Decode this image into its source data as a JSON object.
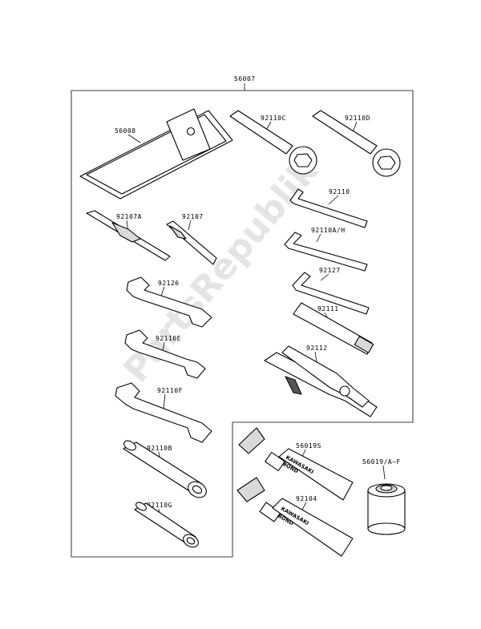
{
  "watermark": "PartsRepublik",
  "labels": {
    "kit": "56007",
    "pouch": "56008",
    "wrench_c": "92110C",
    "wrench_d": "92110D",
    "hex_key_1": "92110",
    "hex_key_2": "92110A/H",
    "hex_key_3": "92127",
    "screwdriver_a": "92107A",
    "screwdriver": "92107",
    "spanner_1": "92126",
    "spanner_2": "92110E",
    "spanner_3": "92110F",
    "handle": "92111",
    "pliers": "92112",
    "box_wrench_b": "92110B",
    "box_wrench_g": "92110G",
    "bond_1": "56019S",
    "bond_2": "92104",
    "can": "56019/A~F"
  },
  "tube_text": {
    "tube1_line1": "KAWASAKI",
    "tube1_line2": "BOND",
    "tube2_line1": "KAWASAKI",
    "tube2_line2": "BOND"
  }
}
